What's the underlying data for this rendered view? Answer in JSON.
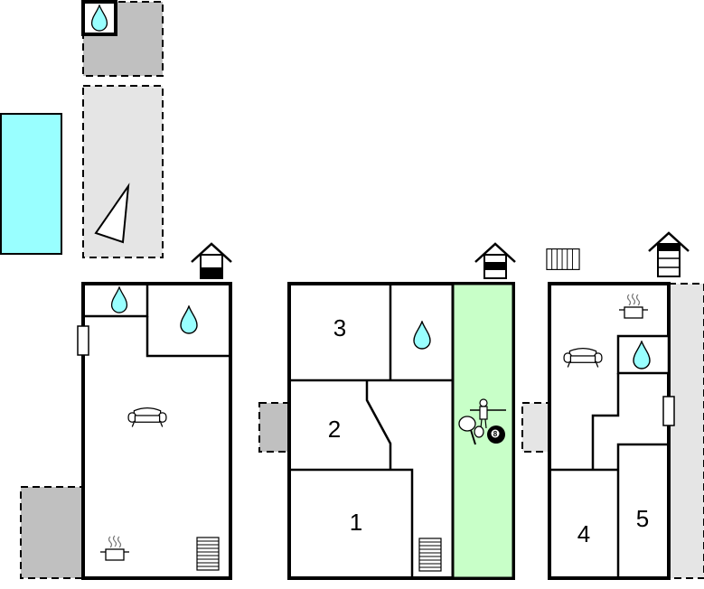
{
  "colors": {
    "wall": "#000000",
    "pool": "#99ffff",
    "water_drop": "#99ffff",
    "terrace_dark": "#c0c0c0",
    "terrace_light": "#e5e5e5",
    "games_room": "#c8ffc8",
    "background": "#ffffff"
  },
  "rooms": {
    "room_1": "1",
    "room_2": "2",
    "room_3": "3",
    "room_4": "4",
    "room_5": "5"
  },
  "symbols": {
    "pool_ball": "8",
    "icons": [
      "water-drop-icon",
      "sofa-icon",
      "cooking-pot-icon",
      "stairs-icon",
      "house-floor-icon",
      "table-tennis-icon",
      "table-football-icon",
      "billiard-ball-icon",
      "radiator-icon",
      "sun-lounger-icon"
    ]
  }
}
